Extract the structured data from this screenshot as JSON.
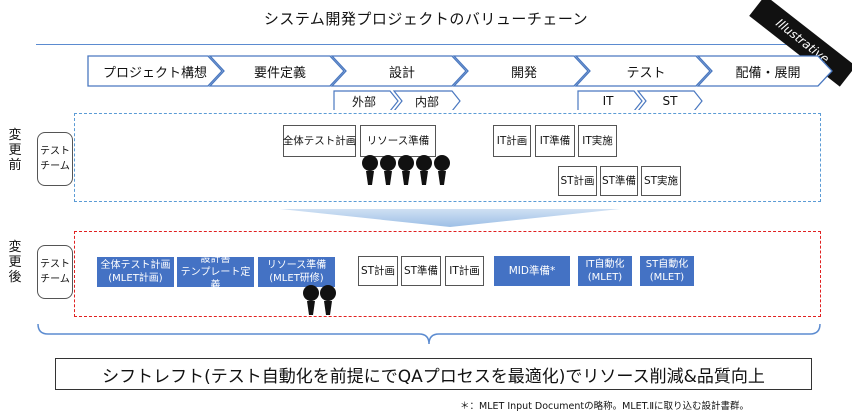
{
  "title": "システム開発プロジェクトのバリューチェーン",
  "badge": "Illustrative",
  "phases": [
    {
      "label": "プロジェクト構想"
    },
    {
      "label": "要件定義"
    },
    {
      "label": "設計"
    },
    {
      "label": "開発"
    },
    {
      "label": "テスト"
    },
    {
      "label": "配備・展開"
    }
  ],
  "design_subphases": [
    "外部",
    "内部"
  ],
  "test_subphases": [
    "IT",
    "ST"
  ],
  "before": {
    "label": "変更前",
    "team": "テスト チーム",
    "tasks": [
      "全体テスト計画",
      "リソース準備",
      "IT計画",
      "IT準備",
      "IT実施",
      "ST計画",
      "ST準備",
      "ST実施"
    ],
    "people_count": 5
  },
  "after": {
    "label": "変更後",
    "team": "テスト チーム",
    "tasks": [
      "全体テスト計画 (MLET計画)",
      "設計書 テンプレート定義",
      "リソース準備 (MLET研修)",
      "ST計画",
      "ST準備",
      "IT計画",
      "MID準備*",
      "IT自動化 (MLET)",
      "ST自動化 (MLET)"
    ],
    "people_count": 2
  },
  "conclusion": "シフトレフト(テスト自動化を前提にでQAプロセスを最適化)でリソース削減&品質向上",
  "footnote": "＊：MLET Input Documentの略称。MLET.Ⅱに取り込む設計書群。",
  "colors": {
    "blue_fill": "#4472c4",
    "before_frame": "#5b9bd5",
    "after_frame": "#e02020",
    "chevron_border": "#5b8bd0"
  }
}
